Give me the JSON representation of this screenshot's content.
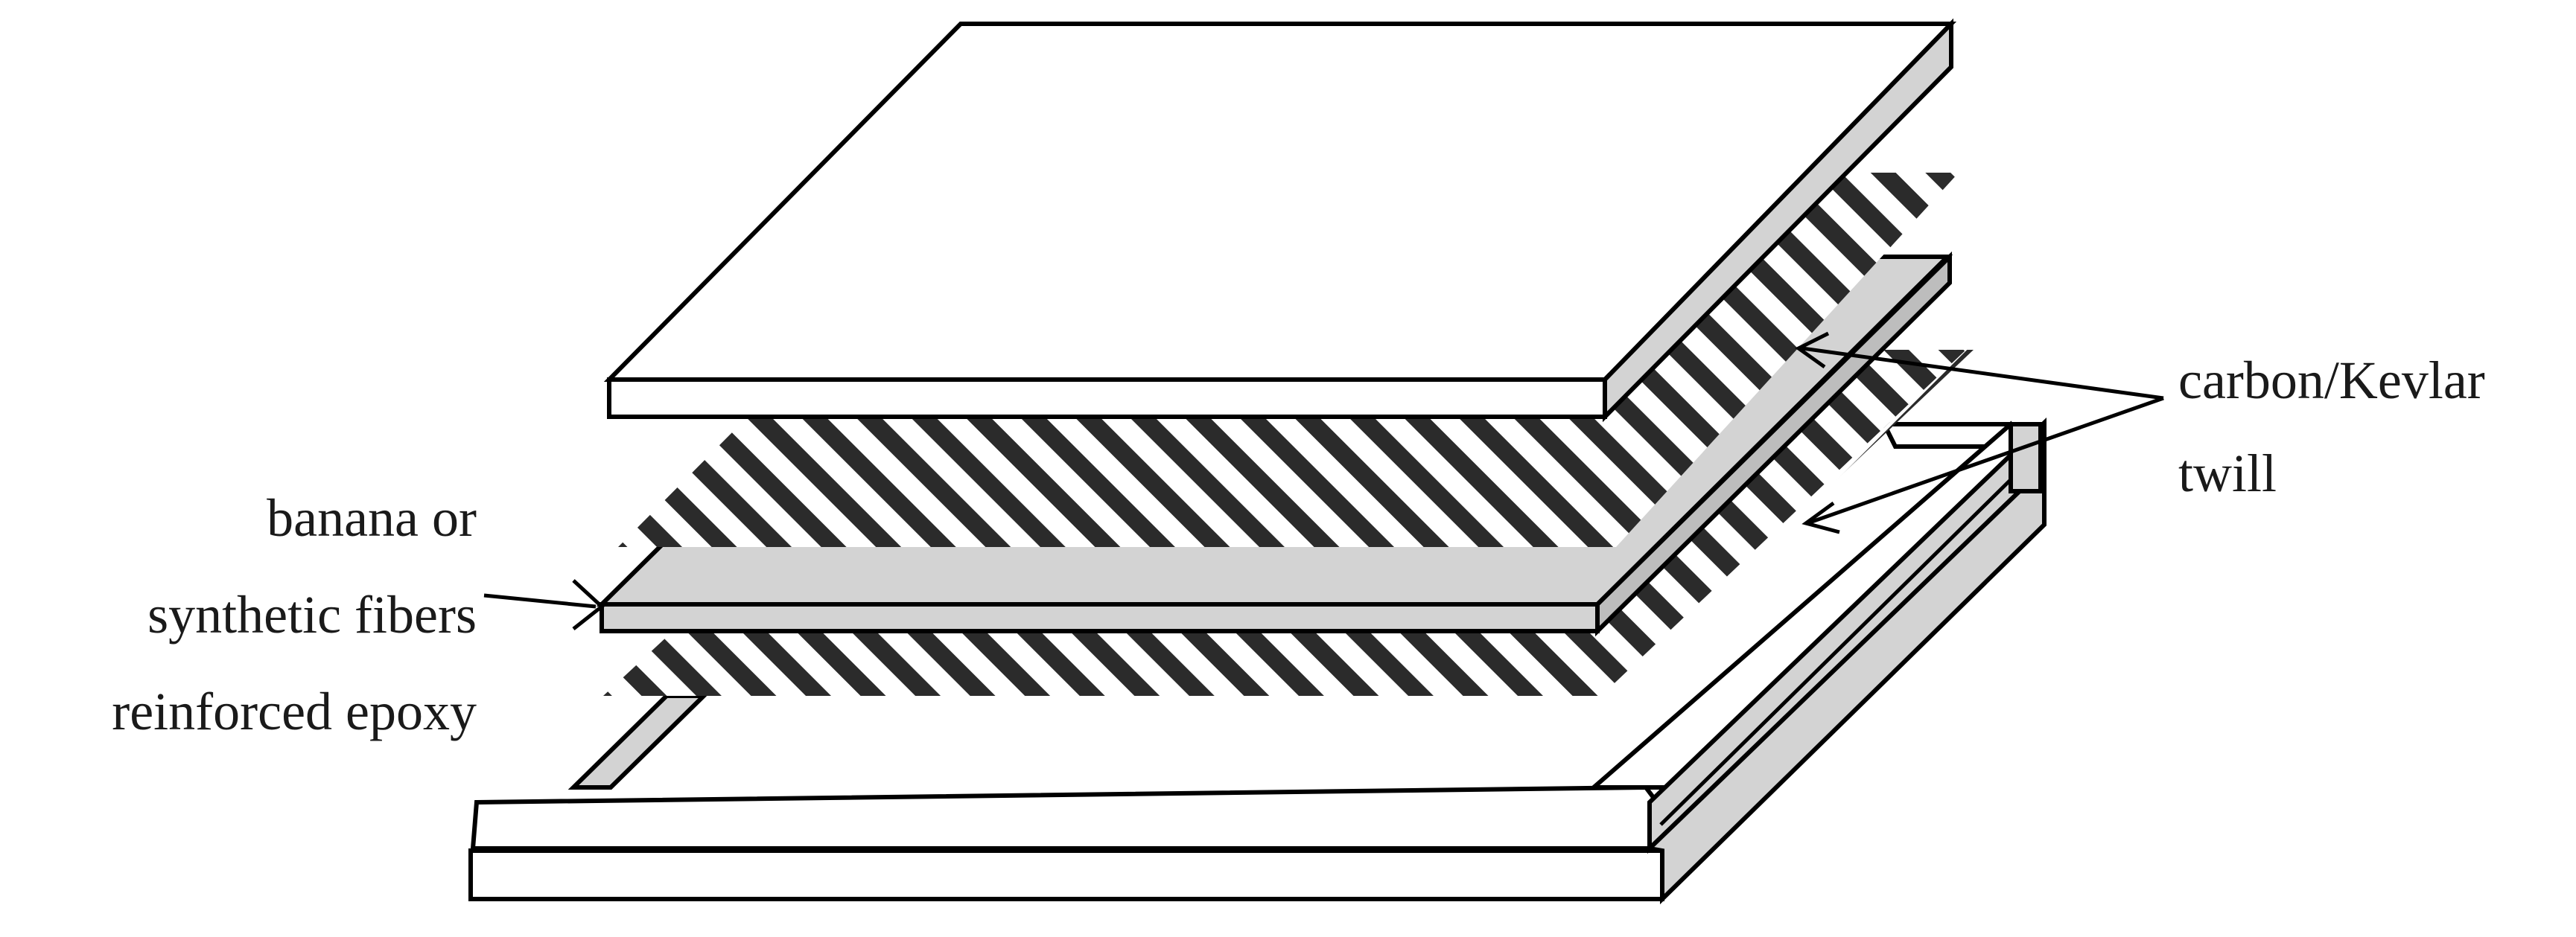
{
  "labels": {
    "core_line1": "banana or",
    "core_line2": "synthetic fibers",
    "core_line3": "reinforced epoxy",
    "skin_line1": "carbon/Kevlar",
    "skin_line2": "twill"
  },
  "colors": {
    "background": "#ffffff",
    "outline": "#000000",
    "plate_face": "#ffffff",
    "core_face": "#d3d3d3",
    "twill_hatch": "#2b2b2b",
    "twill_light": "#bdbdbd"
  }
}
